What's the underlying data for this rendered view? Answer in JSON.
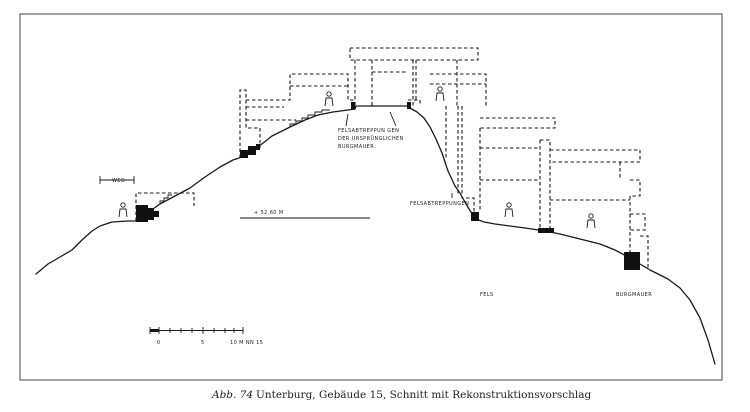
{
  "caption": {
    "fig_number": "Abb. 74",
    "text": "Unterburg, Gebäude 15, Schnitt mit Rekonstruktionsvorschlag"
  },
  "labels": {
    "weg": "WEG",
    "elevation": "+ 52,60 M",
    "felsabtreppungen_top": [
      "FELSABTREPPUN GEN",
      "DER URSPRÜNGLICHEN",
      "BURGMAUER"
    ],
    "felsabtreppungen_right": "FELSABTREPPUNGEN",
    "fels": "FELS",
    "burgmauer": "BURGMAUER"
  },
  "scale_bar": {
    "ticks": [
      "0",
      "5",
      "10 M  NN  15"
    ]
  },
  "icons": {
    "figure": "human-figure-icon"
  }
}
